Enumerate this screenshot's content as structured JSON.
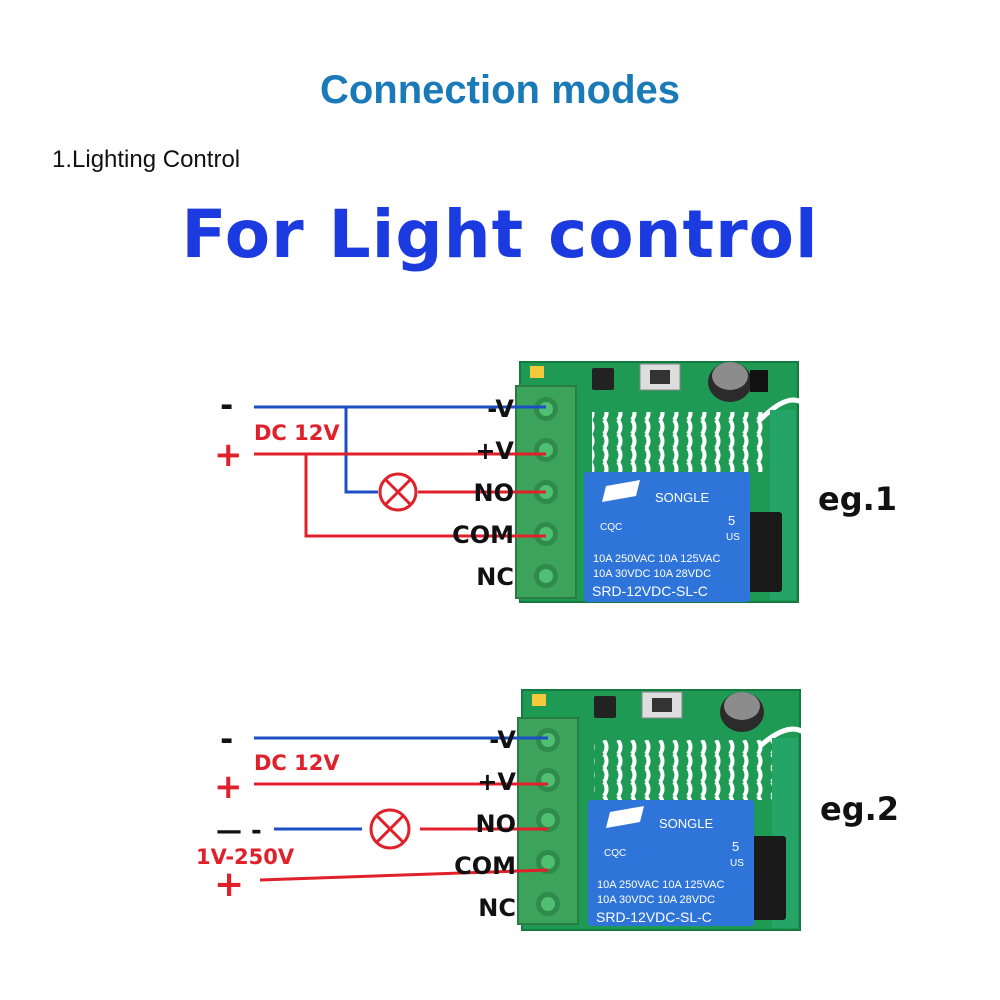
{
  "header": {
    "title": "Connection modes",
    "subtitle": "1.Lighting Control",
    "headline": "For Light control"
  },
  "colors": {
    "title": "#1a7ab8",
    "headline": "#1b3ae0",
    "wire_negative": "#1d4fc4",
    "wire_positive": "#e0202a",
    "pcb": "#1f9a55",
    "terminal": "#3ca35b",
    "relay": "#2f74d8"
  },
  "icons": [
    "lamp-icon",
    "songle-logo",
    "capacitor",
    "antenna-coil",
    "push-button"
  ],
  "diagrams": [
    {
      "tag": "eg.1",
      "supply_label": "DC 12V",
      "minus_symbol": "-",
      "plus_symbol": "+",
      "terminals": [
        "-V",
        "+V",
        "NO",
        "COM",
        "NC"
      ],
      "relay": {
        "brand": "SONGLE",
        "line1": "10A 250VAC  10A 125VAC",
        "line2": "10A 30VDC  10A 28VDC",
        "model": "SRD-12VDC-SL-C",
        "cert": "5",
        "cert_sub": "US",
        "cqc": "CQC"
      }
    },
    {
      "tag": "eg.2",
      "supply_label": "DC 12V",
      "load_supply_label": "1V-250V",
      "minus_symbol": "-",
      "plus_symbol": "+",
      "load_minus_symbol": "— -",
      "load_plus_symbol": "+",
      "terminals": [
        "-V",
        "+V",
        "NO",
        "COM",
        "NC"
      ],
      "relay": {
        "brand": "SONGLE",
        "line1": "10A 250VAC  10A 125VAC",
        "line2": "10A 30VDC  10A 28VDC",
        "model": "SRD-12VDC-SL-C",
        "cert": "5",
        "cert_sub": "US",
        "cqc": "CQC"
      }
    }
  ]
}
